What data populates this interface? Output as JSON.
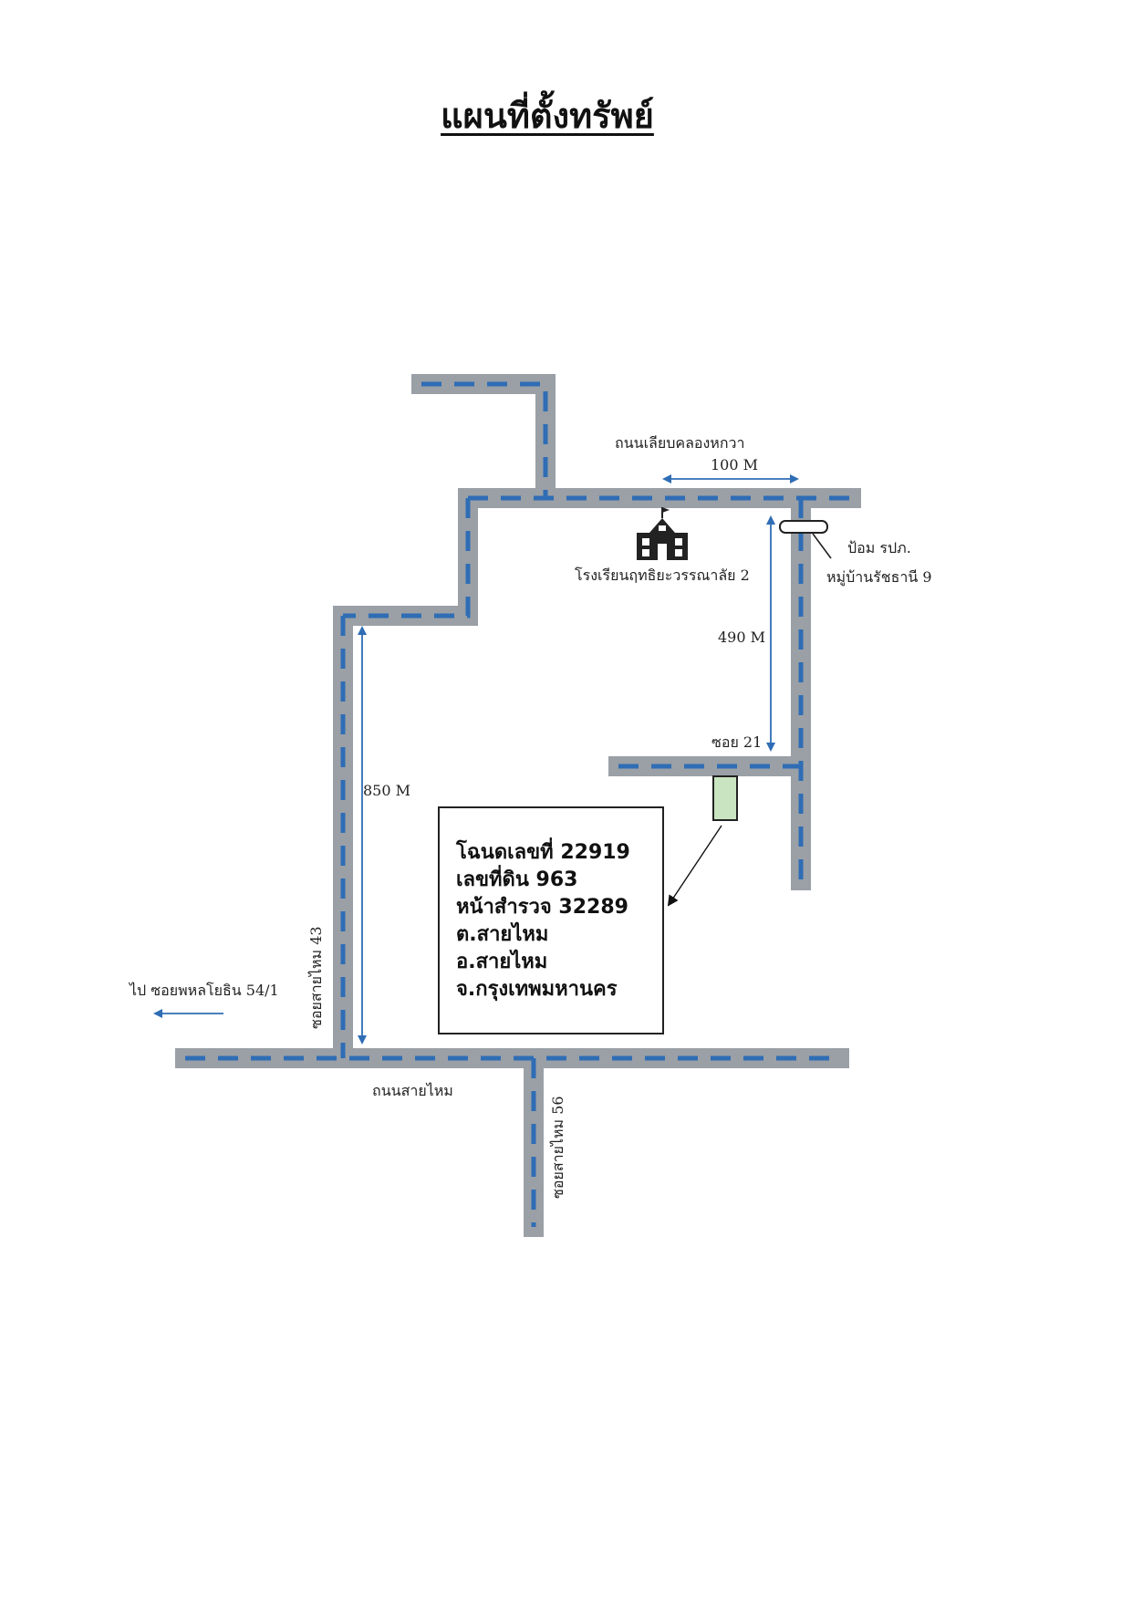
{
  "title": "แผนที่ตั้งทรัพย์",
  "roads": {
    "klong_road": "ถนนเลียบคลองหกวา",
    "sai_mai_road": "ถนนสายไหม",
    "soi_43": "ซอยสายไหม 43",
    "soi_56": "ซอยสายไหม 56",
    "soi_21": "ซอย 21"
  },
  "distances": {
    "top": "100 M",
    "right": "490  M",
    "left": "850 M"
  },
  "landmarks": {
    "school": "โรงเรียนฤทธิยะวรรณาลัย 2",
    "police_line1": "ป้อม รปภ.",
    "police_line2": "หมู่บ้านรัชธานี 9",
    "direction": "ไป ซอยพหลโยธิน 54/1"
  },
  "property": {
    "deed": "โฉนดเลขที่ 22919",
    "land_no": "เลขที่ดิน  963",
    "survey": "หน้าสำรวจ  32289",
    "subdistrict": "ต.สายไหม",
    "district": "อ.สายไหม",
    "province": "จ.กรุงเทพมหานคร"
  },
  "colors": {
    "road": "#9aa0a6",
    "road_dash": "#2f6db5",
    "measure_arrow": "#2f6db5",
    "property_fill": "#c9e4c1"
  },
  "icons": [
    "school-icon",
    "guard-post-icon",
    "property-marker-icon"
  ]
}
